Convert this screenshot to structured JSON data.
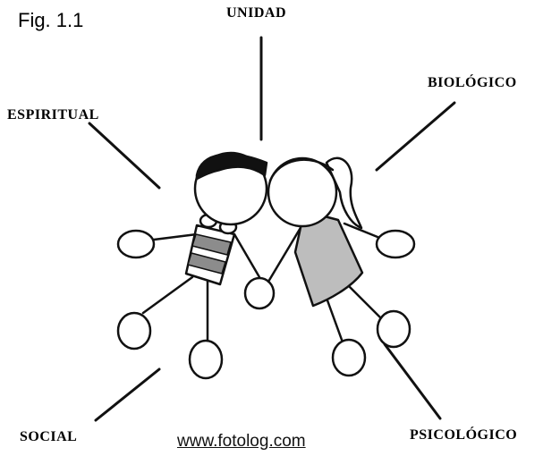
{
  "figure": {
    "label": "Fig. 1.1"
  },
  "dimensions": [
    {
      "id": "unidad",
      "label": "UNIDAD"
    },
    {
      "id": "biologico",
      "label": "BIOLÓGICO"
    },
    {
      "id": "espiritual",
      "label": "ESPIRITUAL"
    },
    {
      "id": "social",
      "label": "SOCIAL"
    },
    {
      "id": "psicologico",
      "label": "PSICOLÓGICO"
    }
  ],
  "credit": "www.fotolog.com",
  "illustration": {
    "subject": "two stick-figure children hugging",
    "dress_color": "#bdbdbd",
    "stripe_color": "#8c8c8c",
    "hair_color": "#111111"
  }
}
